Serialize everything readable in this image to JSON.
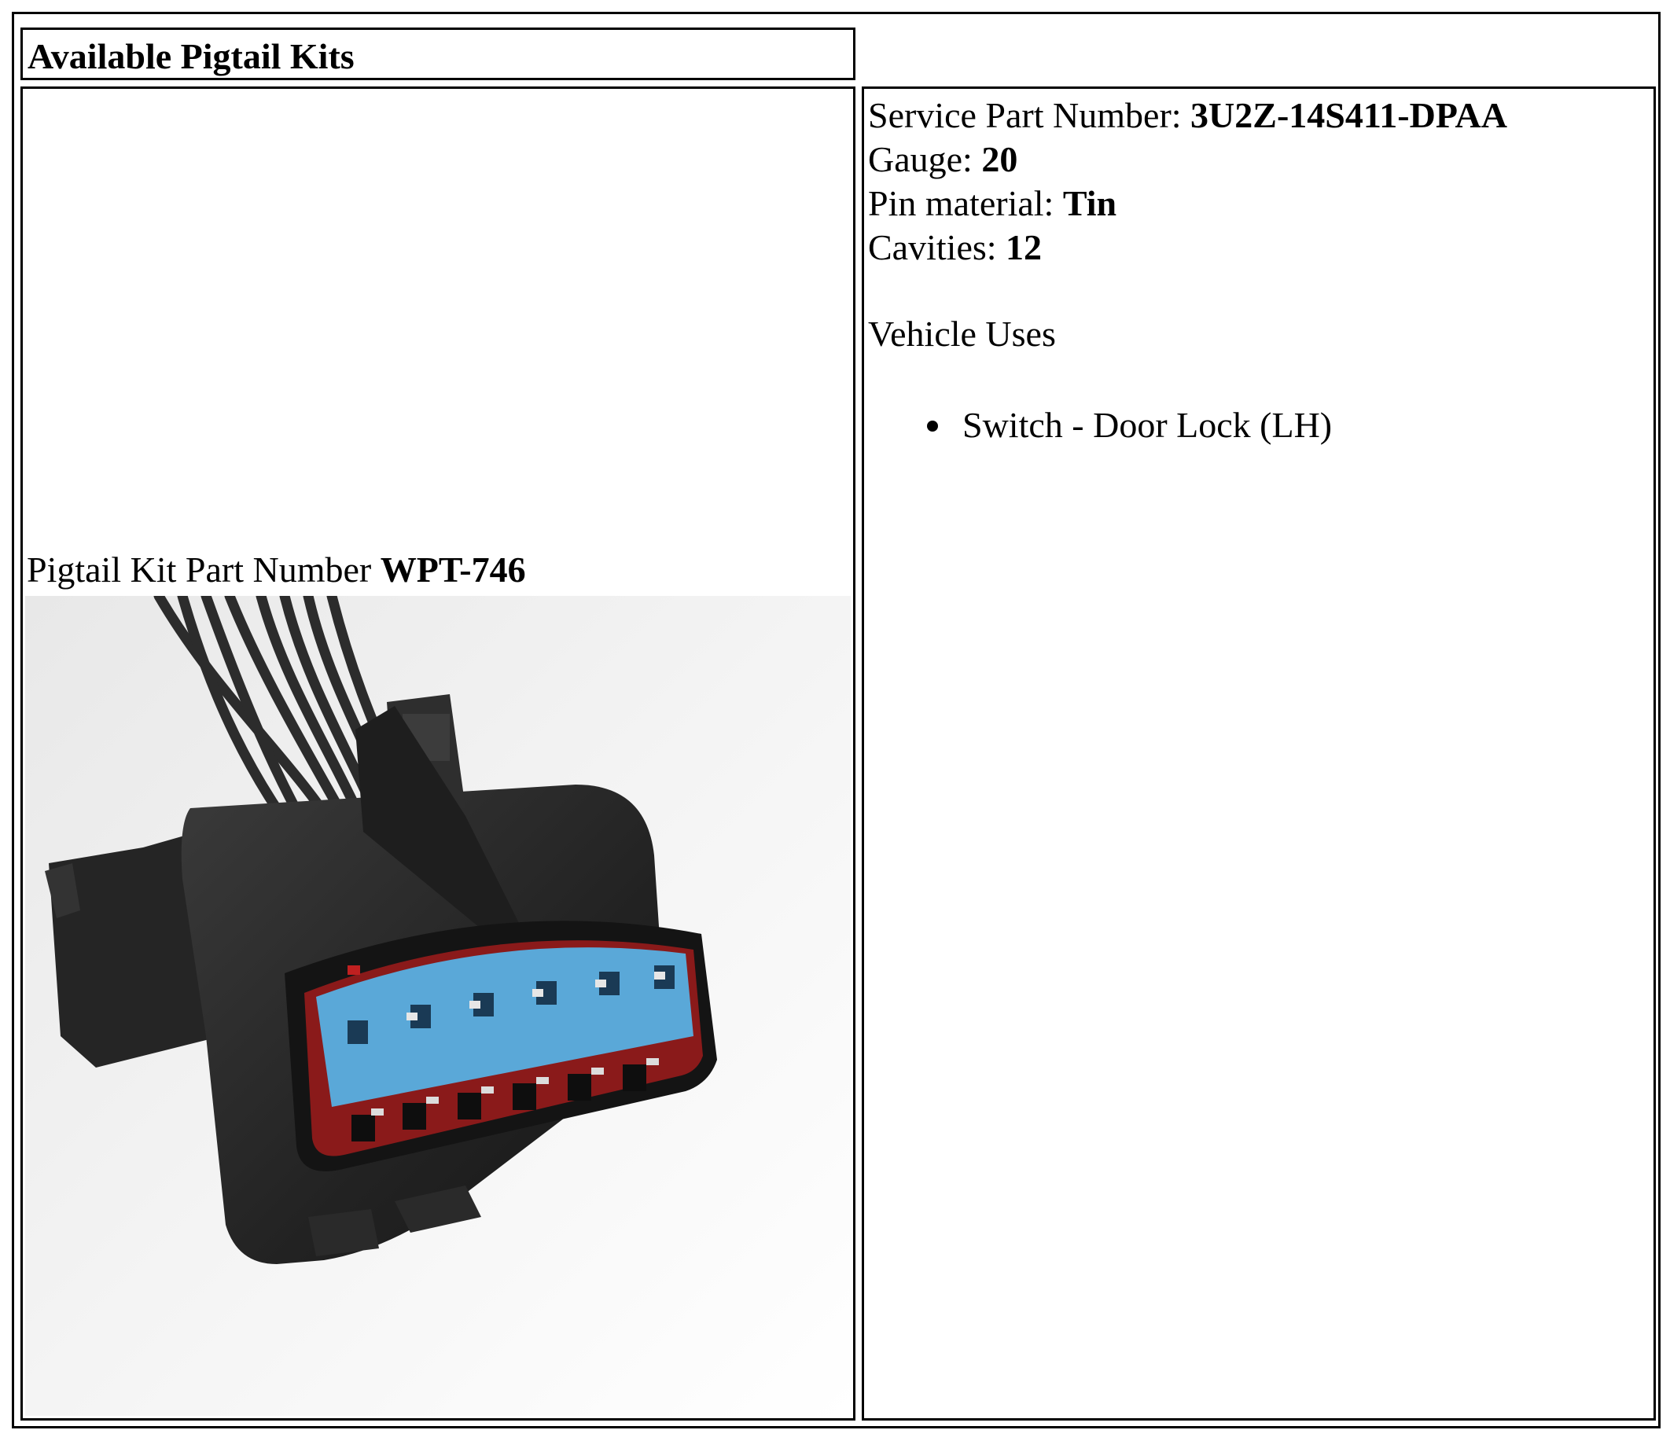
{
  "header": {
    "title": "Available Pigtail Kits"
  },
  "kit": {
    "label": "Pigtail Kit Part Number",
    "part_number": "WPT-746"
  },
  "details": {
    "service_part": {
      "label": "Service Part Number:",
      "value": "3U2Z-14S411-DPAA"
    },
    "gauge": {
      "label": "Gauge:",
      "value": "20"
    },
    "pin_material": {
      "label": "Pin material:",
      "value": "Tin"
    },
    "cavities": {
      "label": "Cavities:",
      "value": "12"
    }
  },
  "vehicle_uses": {
    "title": "Vehicle Uses",
    "items": [
      "Switch - Door Lock (LH)"
    ]
  }
}
